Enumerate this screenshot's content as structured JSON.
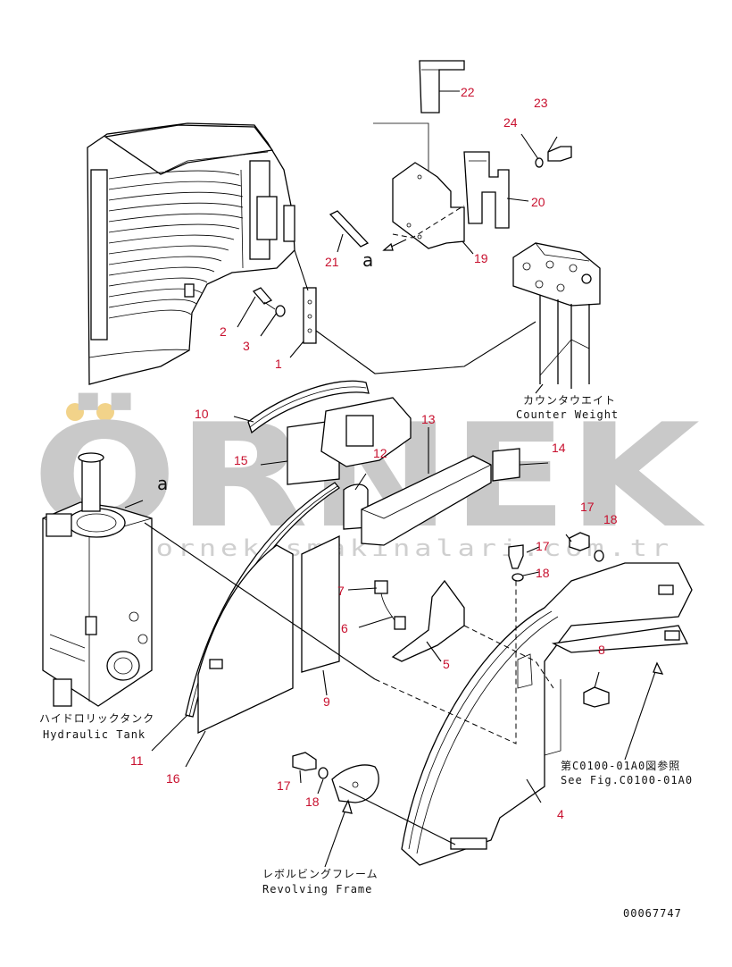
{
  "watermark": {
    "brand": "ÖRNEK",
    "url": "www.ornekismakinalari.com.tr",
    "dot_color": "#f2d38a",
    "text_color": "#c9c9c9"
  },
  "part_number_color": "#c8102e",
  "callouts": [
    "22",
    "23",
    "24",
    "20",
    "21",
    "a",
    "19",
    "2",
    "3",
    "1",
    "10",
    "15",
    "12",
    "13",
    "14",
    "a",
    "17",
    "18",
    "17",
    "18",
    "7",
    "6",
    "5",
    "8",
    "9",
    "11",
    "16",
    "17",
    "18",
    "4"
  ],
  "labels": {
    "counter_weight_jp": "カウンタウエイト",
    "counter_weight_en": "Counter Weight",
    "hydraulic_tank_jp": "ハイドロリックタンク",
    "hydraulic_tank_en": "Hydraulic Tank",
    "see_fig_jp": "第C0100-01A0図参照",
    "see_fig_en": "See Fig.C0100-01A0",
    "revolving_frame_jp": "レボルビングフレーム",
    "revolving_frame_en": "Revolving Frame",
    "drawing_number": "00067747"
  }
}
